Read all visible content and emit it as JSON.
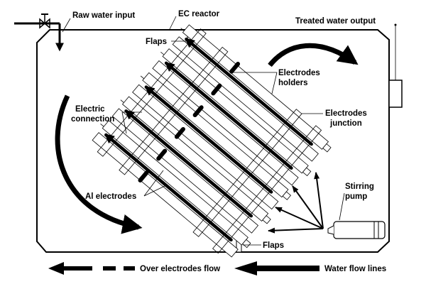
{
  "labels": {
    "raw_water_input": "Raw water input",
    "ec_reactor": "EC reactor",
    "treated_water_output": "Treated water output",
    "flaps_top": "Flaps",
    "flaps_bottom": "Flaps",
    "electrodes_holders_1": "Electrodes",
    "electrodes_holders_2": "holders",
    "electric_connection_1": "Electric",
    "electric_connection_2": "connection",
    "electrodes_junction_1": "Electrodes",
    "electrodes_junction_2": "junction",
    "al_electrodes": "Al electrodes",
    "stirring_pump_1": "Stirring",
    "stirring_pump_2": "pump"
  },
  "legend": {
    "over_electrodes_flow": "Over electrodes flow",
    "water_flow_lines": "Water flow lines"
  },
  "colors": {
    "line": "#000000",
    "plate_fill": "#ffffff",
    "background": "#ffffff"
  }
}
